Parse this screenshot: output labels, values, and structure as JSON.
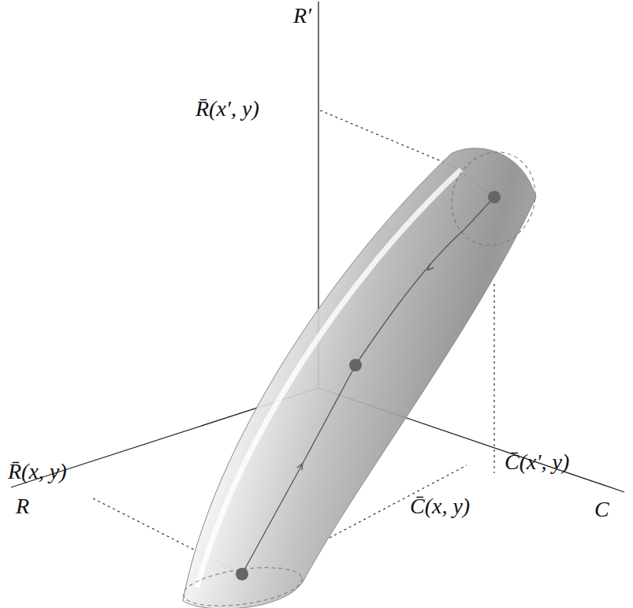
{
  "diagram": {
    "labels": [
      "R′",
      "R̄(x′, y)",
      "R̄(x, y)",
      "C̄(x′, y)",
      "C̄(x, y)",
      "R",
      "C"
    ]
  }
}
